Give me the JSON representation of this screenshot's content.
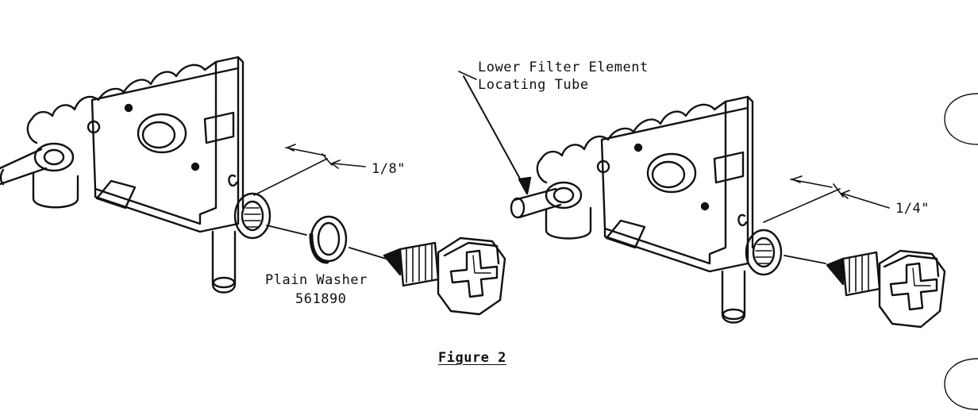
{
  "labels": {
    "left_dimension": "1/8\"",
    "right_dimension": "1/4\"",
    "washer_name": "Plain Washer",
    "washer_part_number": "561890",
    "tube_label_line1": "Lower Filter Element",
    "tube_label_line2": "Locating Tube",
    "figure_caption": "Figure 2"
  }
}
